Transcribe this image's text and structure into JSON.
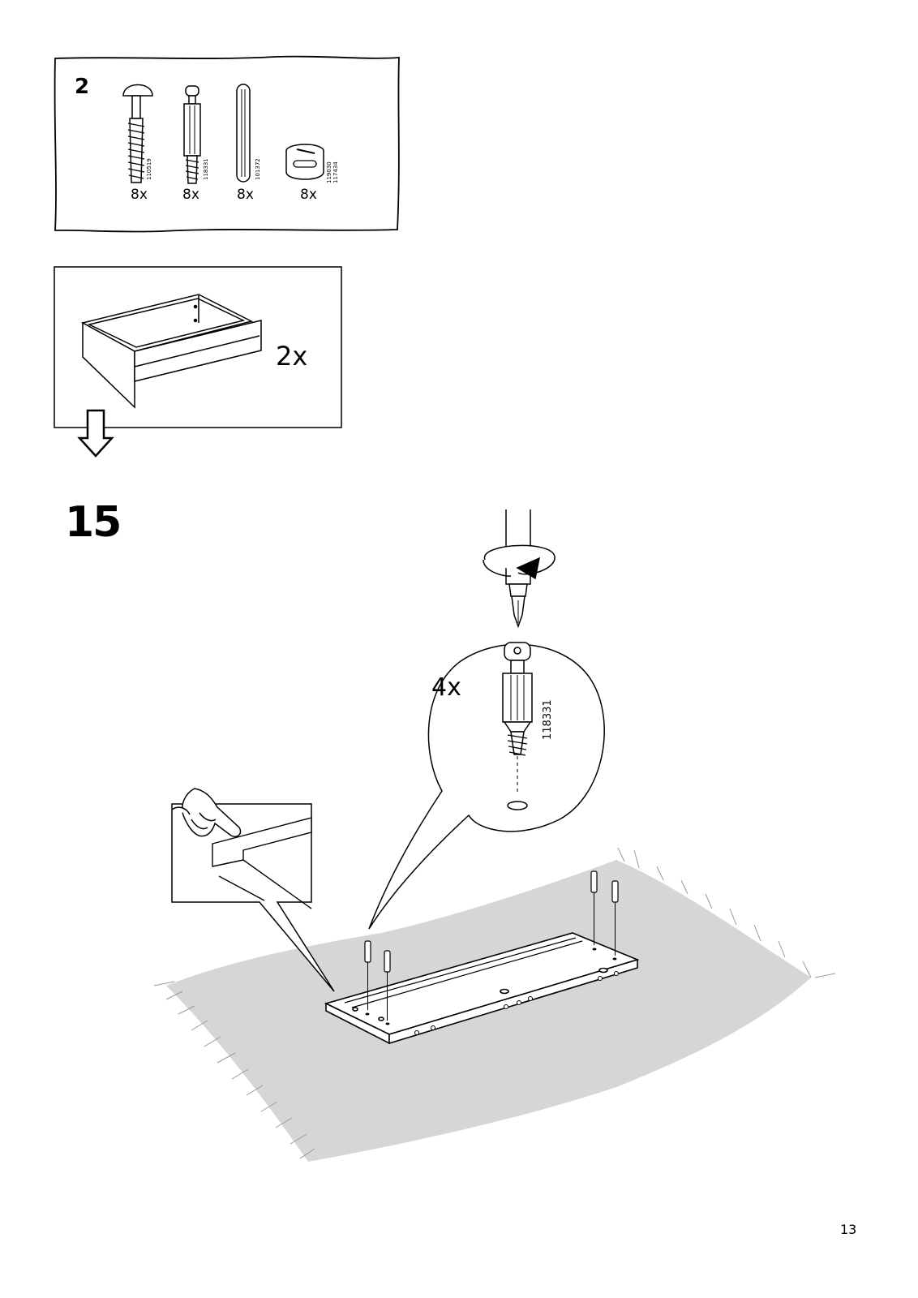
{
  "parts_box": {
    "step_number": "2",
    "parts": [
      {
        "code": "110519",
        "qty": "8x",
        "icon": "screw-bolt-icon"
      },
      {
        "code": "118331",
        "qty": "8x",
        "icon": "cam-pin-icon"
      },
      {
        "code": "101372",
        "qty": "8x",
        "icon": "wooden-dowel-icon"
      },
      {
        "code_a": "119030",
        "code_b": "117434",
        "qty": "8x",
        "icon": "cam-lock-icon"
      }
    ]
  },
  "drawer_box": {
    "qty": "2x",
    "icon": "drawer-icon"
  },
  "step": {
    "number": "15",
    "cam_pin_qty": "4x",
    "cam_pin_code": "118331"
  },
  "page_number": "13"
}
